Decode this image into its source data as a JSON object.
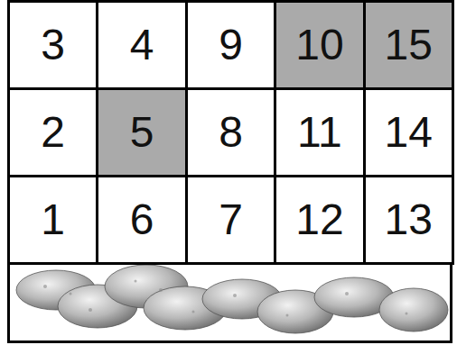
{
  "diagram": {
    "nodes": [
      {
        "text": [
          "3"
        ]
      },
      {
        "text": [
          "4"
        ]
      },
      {
        "text": [
          "9"
        ]
      },
      {
        "text": [
          "10"
        ]
      },
      {
        "text": [
          "15"
        ]
      },
      {
        "text": [
          "2"
        ]
      },
      {
        "text": [
          "5"
        ]
      },
      {
        "text": [
          "8"
        ]
      },
      {
        "text": [
          "11"
        ]
      },
      {
        "text": [
          "14"
        ]
      },
      {
        "text": [
          "1"
        ]
      },
      {
        "text": [
          "6"
        ]
      },
      {
        "text": [
          "7"
        ]
      },
      {
        "text": [
          "12"
        ]
      },
      {
        "text": [
          "13"
        ]
      }
    ]
  }
}
